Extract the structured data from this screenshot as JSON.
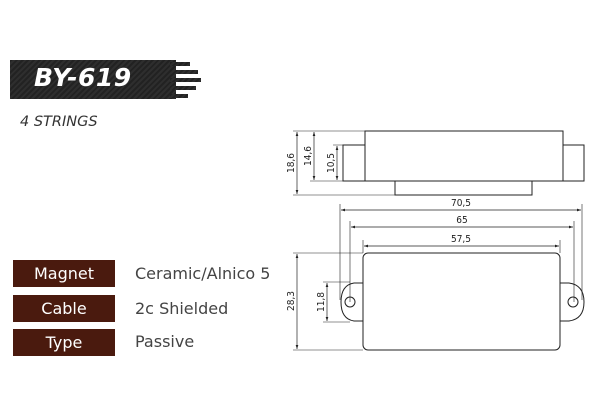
{
  "header": {
    "model": "BY-619",
    "strings": "4 STRINGS"
  },
  "specs": [
    {
      "label": "Magnet",
      "value": "Ceramic/Alnico 5"
    },
    {
      "label": "Cable",
      "value": "2c Shielded"
    },
    {
      "label": "Type",
      "value": "Passive"
    }
  ],
  "dimensions": {
    "height_total": "18,6",
    "height_body": "14,6",
    "height_tab": "10,5",
    "length_total": "70,5",
    "mount_spacing": "65",
    "cover_length": "57,5",
    "width": "28,3",
    "ear_width": "11,8"
  },
  "colors": {
    "label_bg": "#4a1a0e",
    "banner": "#262626"
  }
}
